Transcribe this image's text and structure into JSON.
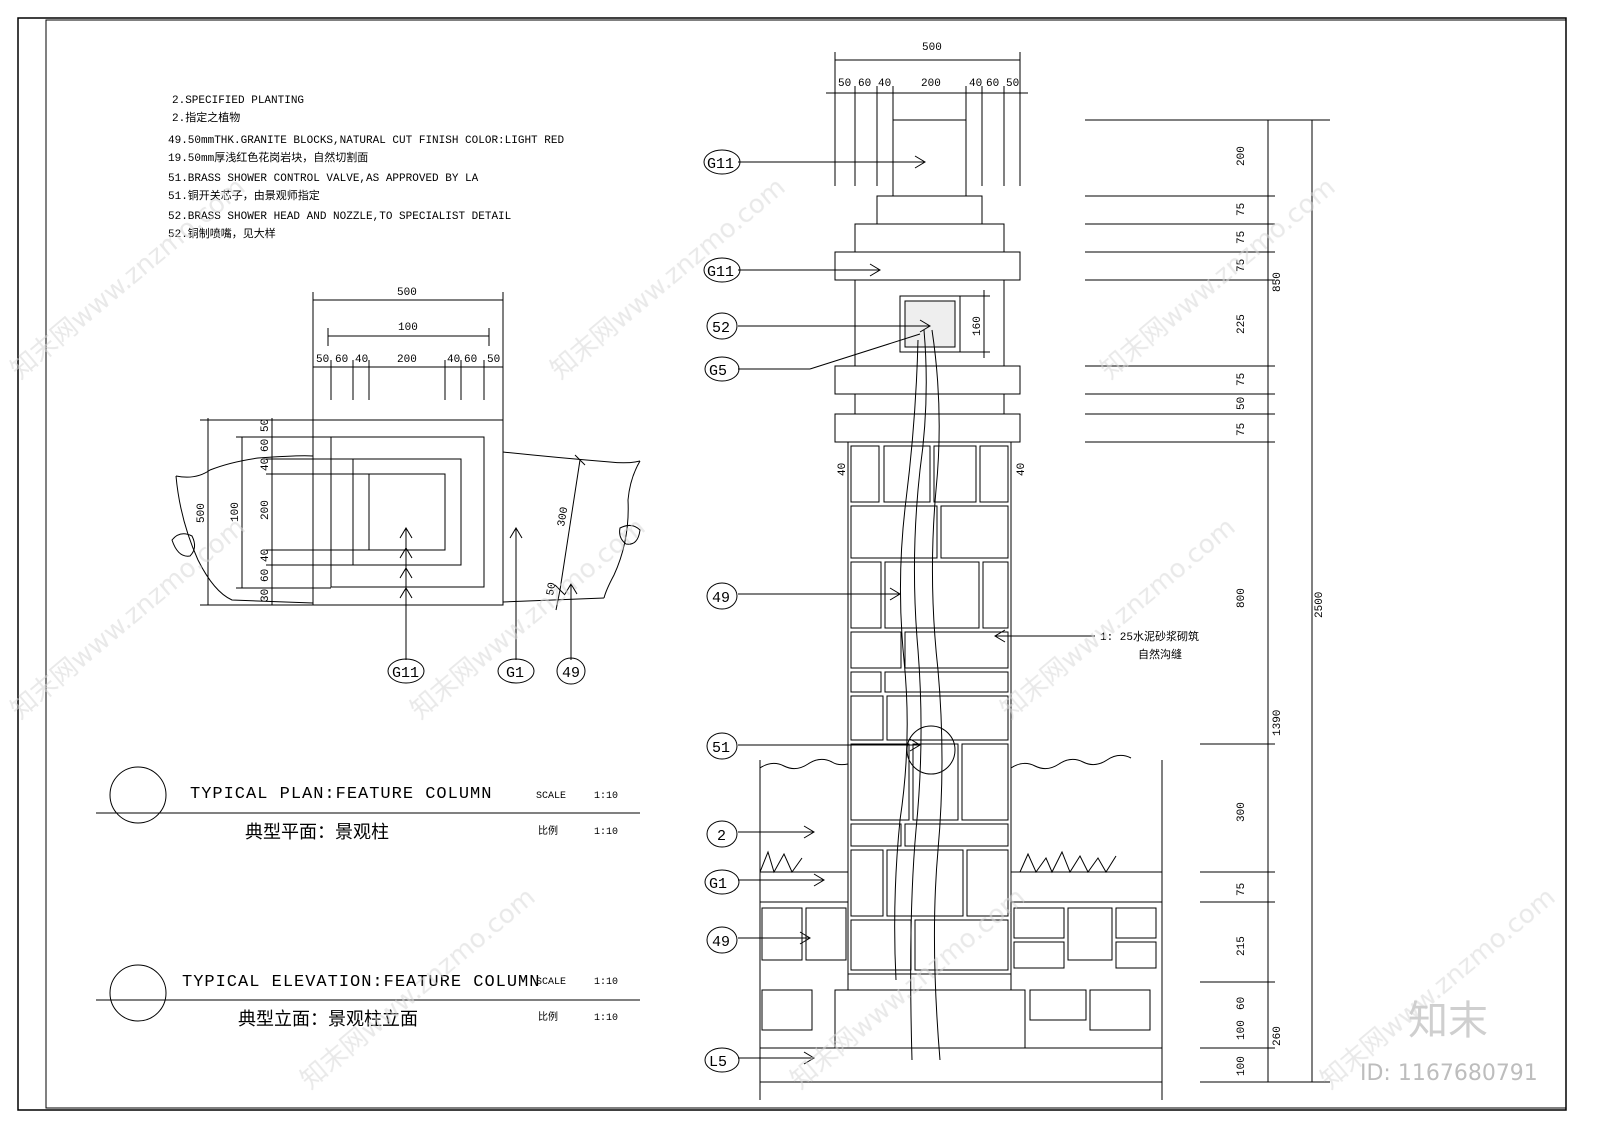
{
  "notes": [
    "2.SPECIFIED PLANTING",
    "2.指定之植物",
    "49.50mmTHK.GRANITE BLOCKS,NATURAL CUT FINISH COLOR:LIGHT RED",
    "19.50mm厚浅红色花岗岩块，自然切割面",
    "51.BRASS SHOWER CONTROL VALVE,AS APPROVED BY LA",
    "51.铜开关芯子，由景观师指定",
    "52.BRASS SHOWER HEAD AND NOZZLE,TO SPECIALIST DETAIL",
    "52.铜制喷嘴，见大样"
  ],
  "plan": {
    "dims_top_outer": "500",
    "dims_top_inner": "100",
    "dims_top_parts": [
      "50",
      "60",
      "40",
      "200",
      "40",
      "60",
      "50"
    ],
    "dims_left_outer": "500",
    "dims_left_inner": "100",
    "dims_left_parts": [
      "50",
      "60",
      "40",
      "200",
      "40",
      "60",
      "30"
    ],
    "dims_right": [
      "300",
      "50"
    ],
    "tags": [
      "G11",
      "G1",
      "49"
    ]
  },
  "elevation": {
    "dims_top_outer": "500",
    "dims_top_parts": [
      "50",
      "60",
      "40",
      "200",
      "40",
      "60",
      "50"
    ],
    "dims_right": [
      "200",
      "75",
      "75",
      "75",
      "225",
      "75",
      "50",
      "75",
      "800",
      "300",
      "75",
      "215",
      "60",
      "100",
      "100"
    ],
    "dims_right2": [
      "850",
      "1390",
      "260"
    ],
    "dims_total": "2500",
    "dim_box": "160",
    "dims_side": [
      "40",
      "40"
    ],
    "tags": [
      "G11",
      "G11",
      "52",
      "G5",
      "49",
      "51",
      "2",
      "G1",
      "49",
      "L5"
    ],
    "annotation_line1": "1: 25水泥砂浆砌筑",
    "annotation_line2": "自然沟缝"
  },
  "titles": {
    "plan_en": "TYPICAL PLAN:FEATURE COLUMN",
    "plan_cn": "典型平面：景观柱",
    "elev_en": "TYPICAL ELEVATION:FEATURE COLUMN",
    "elev_cn": "典型立面：景观柱立面",
    "scale_label_en": "SCALE",
    "scale_label_cn": "比例",
    "scale_value": "1:10"
  },
  "watermark": {
    "text": "知末网www.znzmo.com",
    "brand": "知末",
    "id": "ID: 1167680791"
  }
}
